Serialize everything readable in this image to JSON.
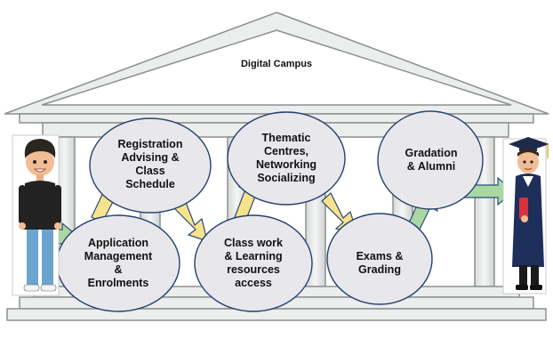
{
  "diagram": {
    "title": "Digital Campus",
    "steps": [
      {
        "id": "application",
        "lines": [
          "Application",
          "Management",
          "&",
          "Enrolments"
        ]
      },
      {
        "id": "registration",
        "lines": [
          "Registration",
          "Advising &",
          "Class",
          "Schedule"
        ]
      },
      {
        "id": "classwork",
        "lines": [
          "Class work",
          "& Learning",
          "resources",
          "access"
        ]
      },
      {
        "id": "thematic",
        "lines": [
          "Thematic",
          "Centres,",
          "Networking",
          "Socializing"
        ]
      },
      {
        "id": "exams",
        "lines": [
          "Exams &",
          "Grading"
        ]
      },
      {
        "id": "graduation",
        "lines": [
          "Gradation",
          "& Alumni"
        ]
      }
    ]
  },
  "colors": {
    "building_fill": "#eceeee",
    "building_stroke": "#8c9090",
    "bubble_fill": "#e8e8ec",
    "bubble_stroke": "#28406e",
    "arrow_yellow": "#f7e38a",
    "arrow_green": "#a9d8a2",
    "arrow_border": "#2c4a7a"
  },
  "figures": {
    "student": "student-figure-icon",
    "graduate": "graduate-figure-icon"
  }
}
